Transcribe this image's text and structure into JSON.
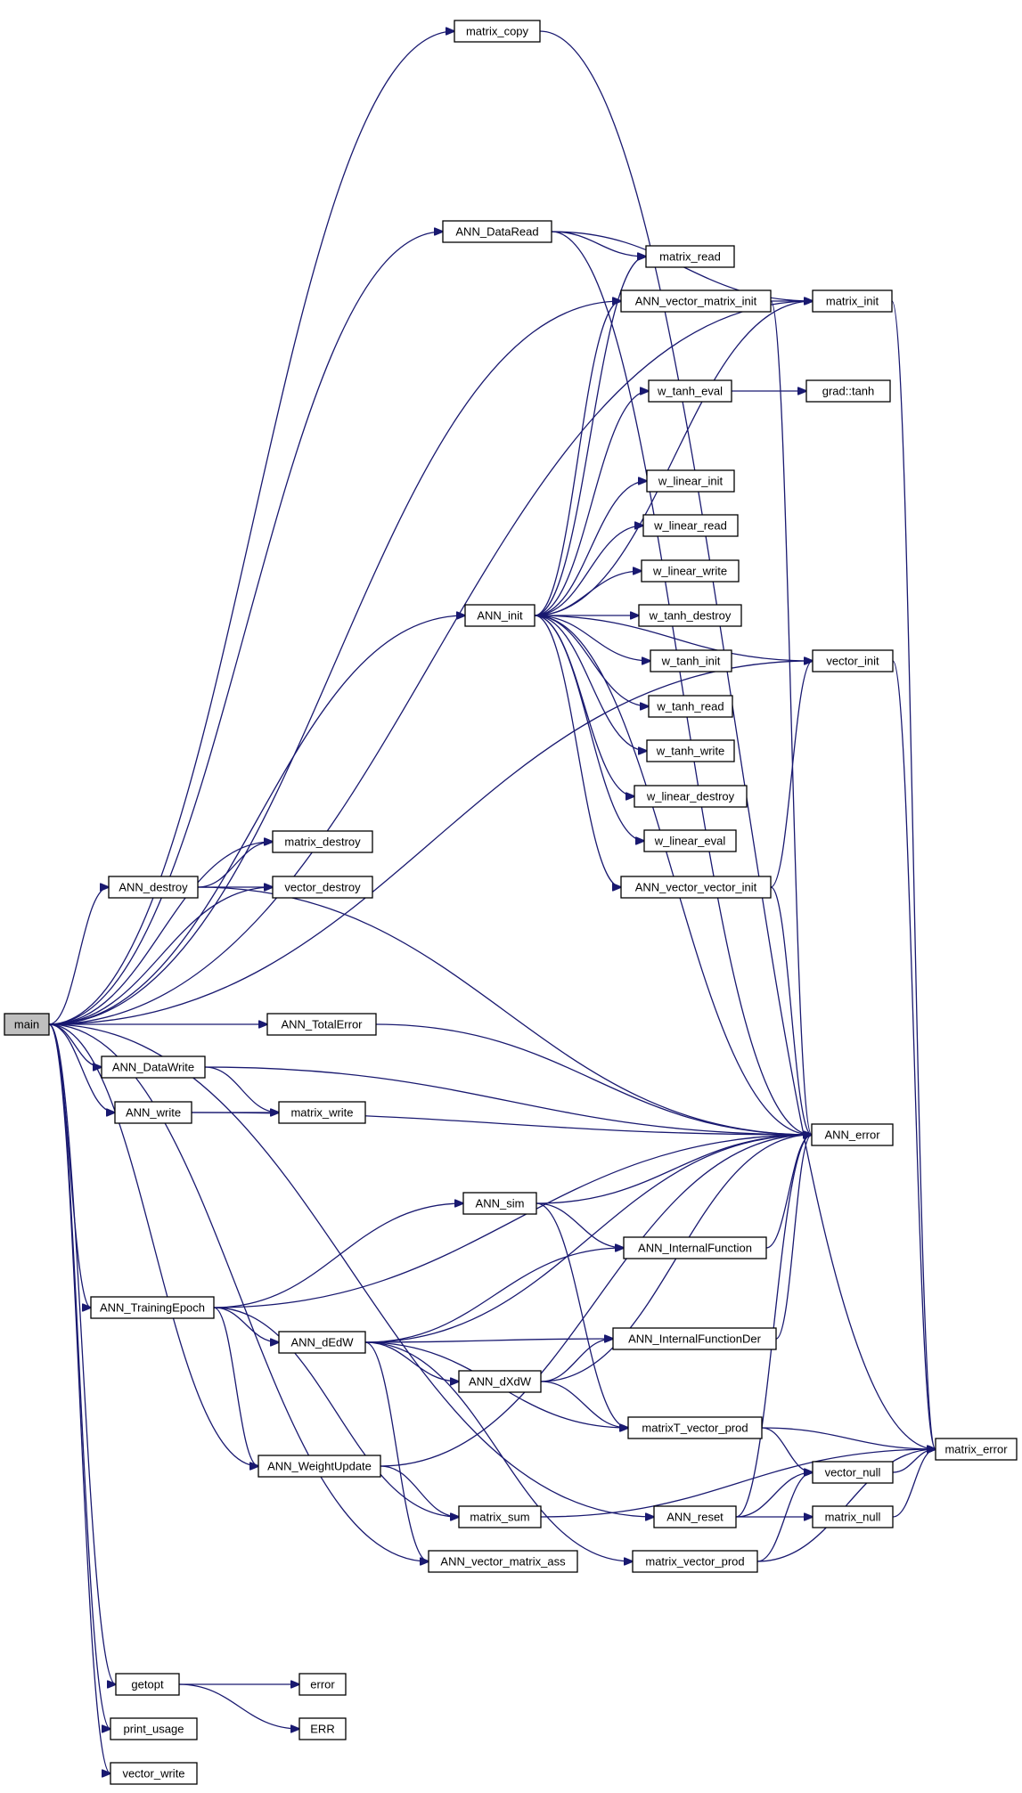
{
  "graph": {
    "edge_color": "#191970",
    "root_fill": "#bfbfbf",
    "node_fill": "#ffffff",
    "nodes": [
      {
        "id": "main",
        "label": "main",
        "root": true
      },
      {
        "id": "matrix_copy",
        "label": "matrix_copy"
      },
      {
        "id": "ANN_DataRead",
        "label": "ANN_DataRead"
      },
      {
        "id": "matrix_read",
        "label": "matrix_read"
      },
      {
        "id": "ANN_vector_matrix_init",
        "label": "ANN_vector_matrix_init"
      },
      {
        "id": "matrix_init",
        "label": "matrix_init"
      },
      {
        "id": "w_tanh_eval",
        "label": "w_tanh_eval"
      },
      {
        "id": "grad_tanh",
        "label": "grad::tanh"
      },
      {
        "id": "w_linear_init",
        "label": "w_linear_init"
      },
      {
        "id": "w_linear_read",
        "label": "w_linear_read"
      },
      {
        "id": "w_linear_write",
        "label": "w_linear_write"
      },
      {
        "id": "ANN_init",
        "label": "ANN_init"
      },
      {
        "id": "w_tanh_destroy",
        "label": "w_tanh_destroy"
      },
      {
        "id": "w_tanh_init",
        "label": "w_tanh_init"
      },
      {
        "id": "vector_init",
        "label": "vector_init"
      },
      {
        "id": "w_tanh_read",
        "label": "w_tanh_read"
      },
      {
        "id": "w_tanh_write",
        "label": "w_tanh_write"
      },
      {
        "id": "w_linear_destroy",
        "label": "w_linear_destroy"
      },
      {
        "id": "w_linear_eval",
        "label": "w_linear_eval"
      },
      {
        "id": "matrix_destroy",
        "label": "matrix_destroy"
      },
      {
        "id": "ANN_vector_vector_init",
        "label": "ANN_vector_vector_init"
      },
      {
        "id": "ANN_destroy",
        "label": "ANN_destroy"
      },
      {
        "id": "vector_destroy",
        "label": "vector_destroy"
      },
      {
        "id": "ANN_TotalError",
        "label": "ANN_TotalError"
      },
      {
        "id": "ANN_DataWrite",
        "label": "ANN_DataWrite"
      },
      {
        "id": "ANN_write",
        "label": "ANN_write"
      },
      {
        "id": "matrix_write",
        "label": "matrix_write"
      },
      {
        "id": "ANN_error",
        "label": "ANN_error"
      },
      {
        "id": "ANN_sim",
        "label": "ANN_sim"
      },
      {
        "id": "ANN_InternalFunction",
        "label": "ANN_InternalFunction"
      },
      {
        "id": "ANN_TrainingEpoch",
        "label": "ANN_TrainingEpoch"
      },
      {
        "id": "ANN_dEdW",
        "label": "ANN_dEdW"
      },
      {
        "id": "ANN_InternalFunctionDer",
        "label": "ANN_InternalFunctionDer"
      },
      {
        "id": "ANN_dXdW",
        "label": "ANN_dXdW"
      },
      {
        "id": "matrixT_vector_prod",
        "label": "matrixT_vector_prod"
      },
      {
        "id": "matrix_error",
        "label": "matrix_error"
      },
      {
        "id": "ANN_WeightUpdate",
        "label": "ANN_WeightUpdate"
      },
      {
        "id": "vector_null",
        "label": "vector_null"
      },
      {
        "id": "matrix_sum",
        "label": "matrix_sum"
      },
      {
        "id": "ANN_reset",
        "label": "ANN_reset"
      },
      {
        "id": "matrix_null",
        "label": "matrix_null"
      },
      {
        "id": "ANN_vector_matrix_ass",
        "label": "ANN_vector_matrix_ass"
      },
      {
        "id": "matrix_vector_prod",
        "label": "matrix_vector_prod"
      },
      {
        "id": "getopt",
        "label": "getopt"
      },
      {
        "id": "error",
        "label": "error"
      },
      {
        "id": "ERR",
        "label": "ERR"
      },
      {
        "id": "print_usage",
        "label": "print_usage"
      },
      {
        "id": "vector_write",
        "label": "vector_write"
      }
    ],
    "edges": [
      {
        "from": "main",
        "to": "matrix_copy"
      },
      {
        "from": "main",
        "to": "matrix_init"
      },
      {
        "from": "main",
        "to": "vector_init"
      },
      {
        "from": "main",
        "to": "ANN_DataRead"
      },
      {
        "from": "main",
        "to": "ANN_vector_matrix_init"
      },
      {
        "from": "main",
        "to": "matrix_destroy"
      },
      {
        "from": "main",
        "to": "ANN_destroy"
      },
      {
        "from": "main",
        "to": "vector_destroy"
      },
      {
        "from": "main",
        "to": "ANN_init"
      },
      {
        "from": "main",
        "to": "ANN_TotalError"
      },
      {
        "from": "main",
        "to": "ANN_DataWrite"
      },
      {
        "from": "main",
        "to": "ANN_write"
      },
      {
        "from": "main",
        "to": "ANN_TrainingEpoch"
      },
      {
        "from": "main",
        "to": "ANN_WeightUpdate"
      },
      {
        "from": "main",
        "to": "ANN_vector_matrix_ass"
      },
      {
        "from": "main",
        "to": "ANN_reset"
      },
      {
        "from": "main",
        "to": "getopt"
      },
      {
        "from": "main",
        "to": "print_usage"
      },
      {
        "from": "main",
        "to": "vector_write"
      },
      {
        "from": "matrix_copy",
        "to": "matrix_error"
      },
      {
        "from": "ANN_DataRead",
        "to": "matrix_read"
      },
      {
        "from": "ANN_DataRead",
        "to": "matrix_init"
      },
      {
        "from": "ANN_DataRead",
        "to": "ANN_error"
      },
      {
        "from": "ANN_vector_matrix_init",
        "to": "matrix_init"
      },
      {
        "from": "ANN_vector_matrix_init",
        "to": "ANN_error"
      },
      {
        "from": "matrix_init",
        "to": "matrix_error"
      },
      {
        "from": "w_tanh_eval",
        "to": "grad_tanh"
      },
      {
        "from": "ANN_init",
        "to": "matrix_read"
      },
      {
        "from": "ANN_init",
        "to": "ANN_vector_matrix_init"
      },
      {
        "from": "ANN_init",
        "to": "matrix_init"
      },
      {
        "from": "ANN_init",
        "to": "w_tanh_eval"
      },
      {
        "from": "ANN_init",
        "to": "vector_init"
      },
      {
        "from": "ANN_init",
        "to": "w_linear_init"
      },
      {
        "from": "ANN_init",
        "to": "w_linear_read"
      },
      {
        "from": "ANN_init",
        "to": "w_linear_write"
      },
      {
        "from": "ANN_init",
        "to": "w_tanh_destroy"
      },
      {
        "from": "ANN_init",
        "to": "w_tanh_init"
      },
      {
        "from": "ANN_init",
        "to": "w_tanh_read"
      },
      {
        "from": "ANN_init",
        "to": "w_tanh_write"
      },
      {
        "from": "ANN_init",
        "to": "w_linear_destroy"
      },
      {
        "from": "ANN_init",
        "to": "w_linear_eval"
      },
      {
        "from": "ANN_init",
        "to": "ANN_vector_vector_init"
      },
      {
        "from": "ANN_init",
        "to": "ANN_error"
      },
      {
        "from": "vector_init",
        "to": "matrix_error"
      },
      {
        "from": "ANN_vector_vector_init",
        "to": "vector_init"
      },
      {
        "from": "ANN_vector_vector_init",
        "to": "ANN_error"
      },
      {
        "from": "ANN_destroy",
        "to": "matrix_destroy"
      },
      {
        "from": "ANN_destroy",
        "to": "vector_destroy"
      },
      {
        "from": "ANN_destroy",
        "to": "ANN_error"
      },
      {
        "from": "ANN_TotalError",
        "to": "ANN_error"
      },
      {
        "from": "ANN_DataWrite",
        "to": "matrix_write"
      },
      {
        "from": "ANN_DataWrite",
        "to": "ANN_error"
      },
      {
        "from": "ANN_write",
        "to": "matrix_write"
      },
      {
        "from": "ANN_write",
        "to": "ANN_error"
      },
      {
        "from": "ANN_sim",
        "to": "ANN_error"
      },
      {
        "from": "ANN_sim",
        "to": "ANN_InternalFunction"
      },
      {
        "from": "ANN_sim",
        "to": "matrixT_vector_prod"
      },
      {
        "from": "ANN_InternalFunction",
        "to": "ANN_error"
      },
      {
        "from": "ANN_TrainingEpoch",
        "to": "ANN_error"
      },
      {
        "from": "ANN_TrainingEpoch",
        "to": "ANN_sim"
      },
      {
        "from": "ANN_TrainingEpoch",
        "to": "ANN_dEdW"
      },
      {
        "from": "ANN_TrainingEpoch",
        "to": "ANN_WeightUpdate"
      },
      {
        "from": "ANN_TrainingEpoch",
        "to": "matrix_sum"
      },
      {
        "from": "ANN_dEdW",
        "to": "ANN_InternalFunction"
      },
      {
        "from": "ANN_dEdW",
        "to": "ANN_error"
      },
      {
        "from": "ANN_dEdW",
        "to": "ANN_InternalFunctionDer"
      },
      {
        "from": "ANN_dEdW",
        "to": "ANN_dXdW"
      },
      {
        "from": "ANN_dEdW",
        "to": "matrixT_vector_prod"
      },
      {
        "from": "ANN_dEdW",
        "to": "ANN_vector_matrix_ass"
      },
      {
        "from": "ANN_dEdW",
        "to": "matrix_vector_prod"
      },
      {
        "from": "ANN_InternalFunctionDer",
        "to": "ANN_error"
      },
      {
        "from": "ANN_dXdW",
        "to": "ANN_InternalFunctionDer"
      },
      {
        "from": "ANN_dXdW",
        "to": "matrixT_vector_prod"
      },
      {
        "from": "ANN_dXdW",
        "to": "ANN_error"
      },
      {
        "from": "matrixT_vector_prod",
        "to": "matrix_error"
      },
      {
        "from": "matrixT_vector_prod",
        "to": "vector_null"
      },
      {
        "from": "ANN_WeightUpdate",
        "to": "matrix_sum"
      },
      {
        "from": "ANN_WeightUpdate",
        "to": "ANN_error"
      },
      {
        "from": "vector_null",
        "to": "matrix_error"
      },
      {
        "from": "matrix_sum",
        "to": "matrix_error"
      },
      {
        "from": "ANN_reset",
        "to": "vector_null"
      },
      {
        "from": "ANN_reset",
        "to": "matrix_null"
      },
      {
        "from": "ANN_reset",
        "to": "ANN_error"
      },
      {
        "from": "matrix_null",
        "to": "matrix_error"
      },
      {
        "from": "matrix_vector_prod",
        "to": "vector_null"
      },
      {
        "from": "matrix_vector_prod",
        "to": "matrix_error"
      },
      {
        "from": "getopt",
        "to": "error"
      },
      {
        "from": "getopt",
        "to": "ERR"
      }
    ]
  }
}
